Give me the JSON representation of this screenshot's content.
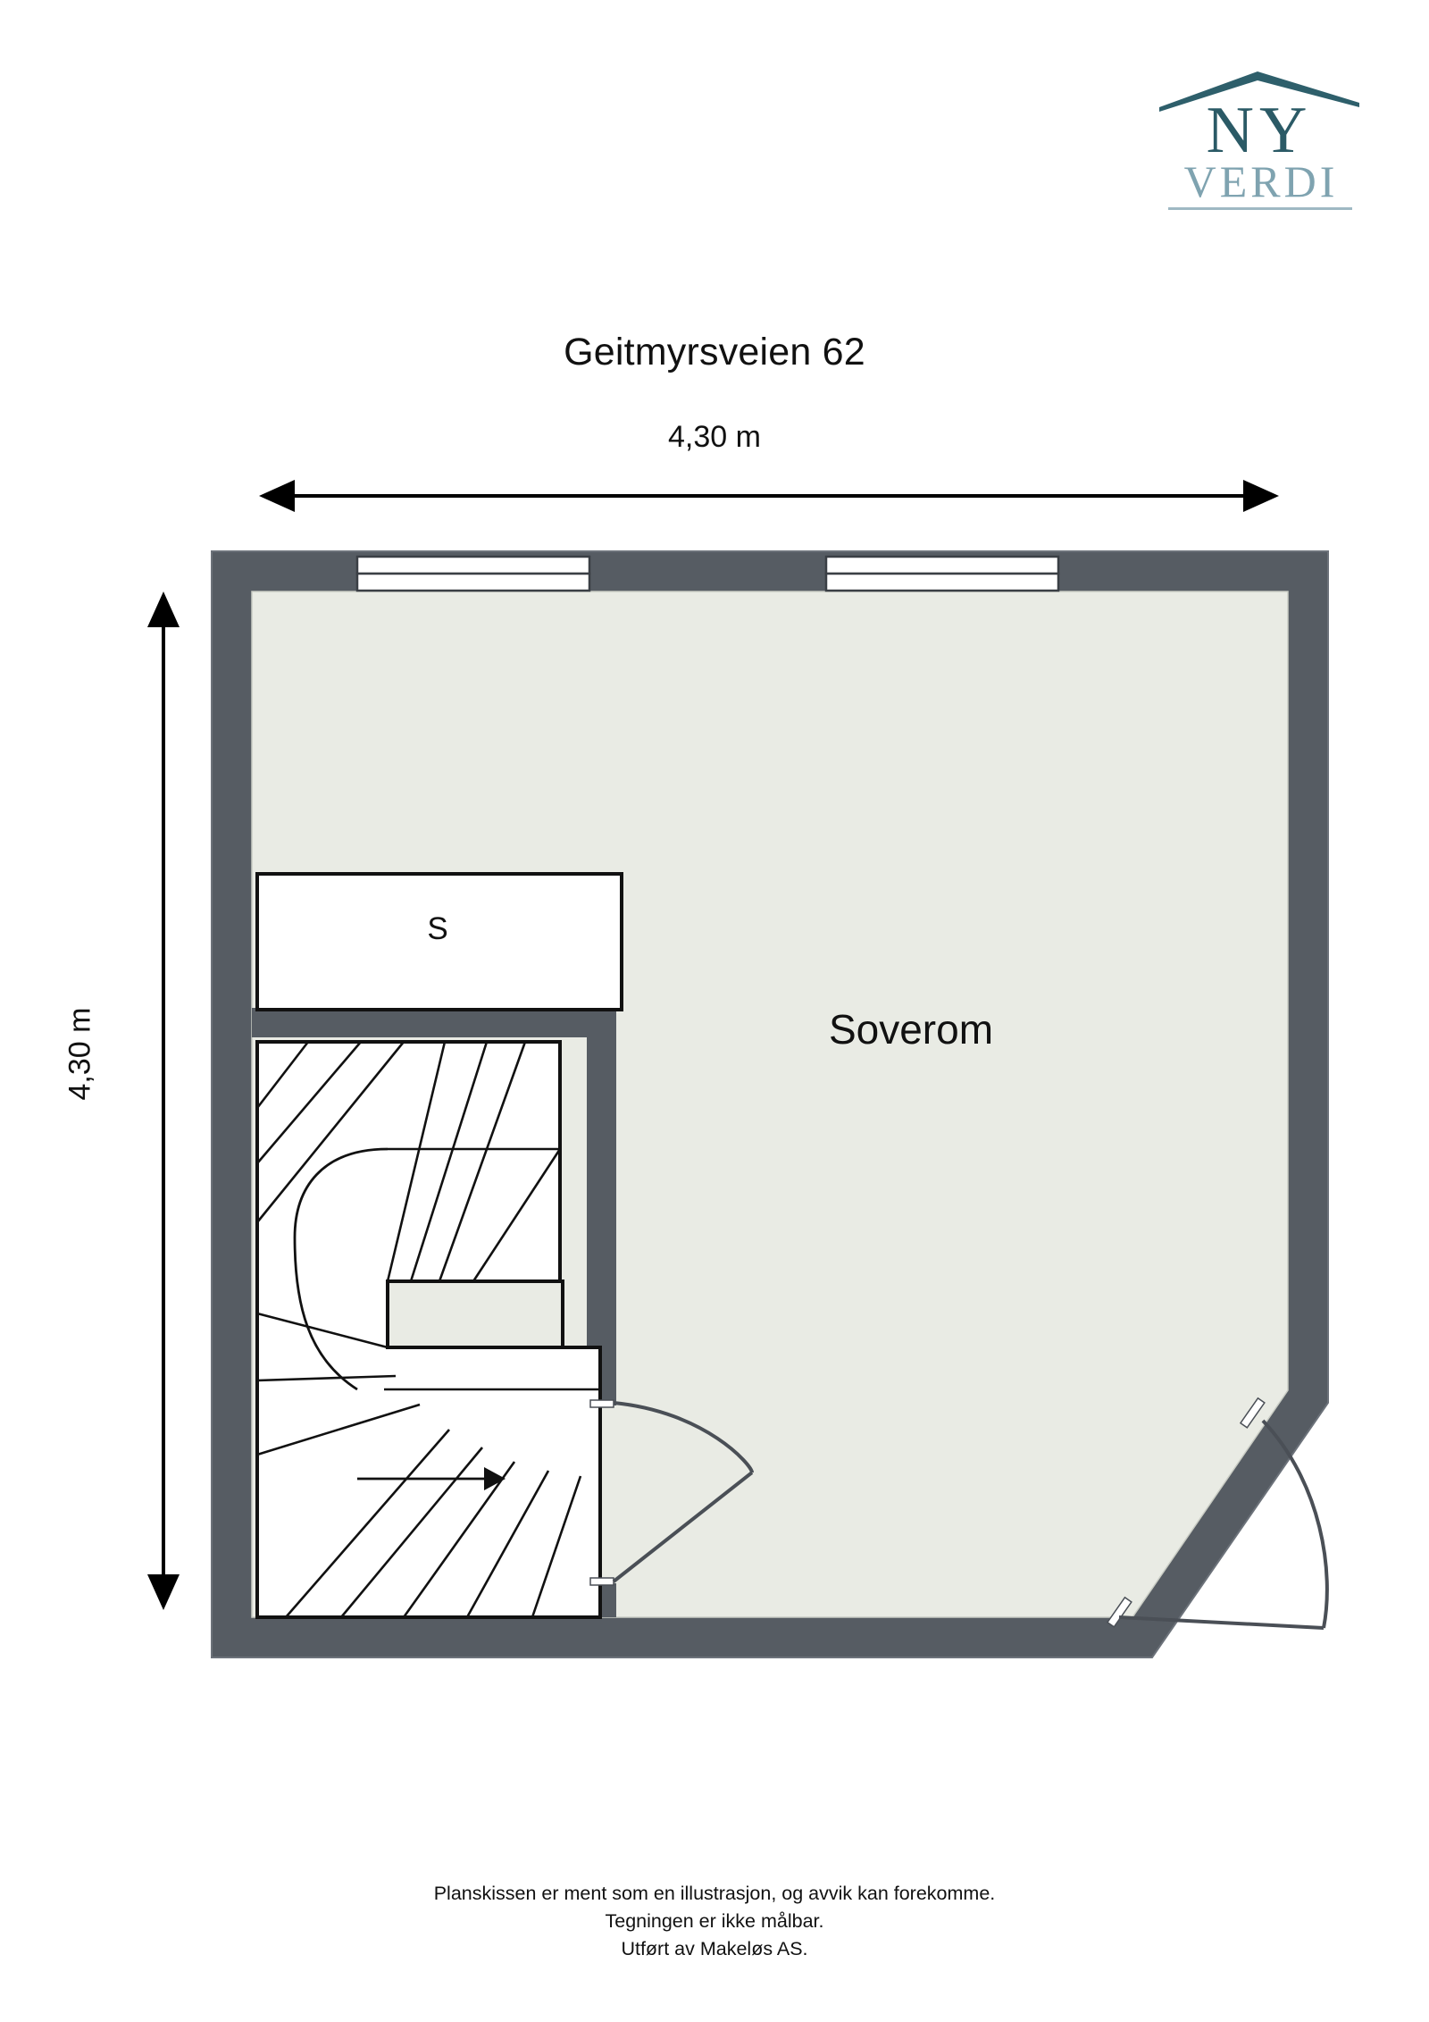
{
  "logo": {
    "name": "ny-verdi-logo",
    "line1": "NY",
    "line2": "VERDI",
    "roof_color": "#2e5f6b",
    "line1_color": "#2b5a66",
    "line2_color": "#7fa3b0"
  },
  "title": "Geitmyrsveien 62",
  "dimensions": {
    "top": "4,30 m",
    "left": "4,30 m"
  },
  "rooms": [
    {
      "label": "Soverom"
    },
    {
      "label": "S"
    }
  ],
  "colors": {
    "wall": "#565c63",
    "floor": "#e9ebe4",
    "stair_fill": "#ffffff",
    "outline": "#1a1a1a",
    "door_stroke": "#4a4f56",
    "window_fill": "#ffffff",
    "background": "#ffffff"
  },
  "footer": {
    "line1": "Planskissen er ment som en illustrasjon, og avvik kan forekomme.",
    "line2": "Tegningen er ikke målbar.",
    "line3": "Utført av Makeløs AS."
  }
}
